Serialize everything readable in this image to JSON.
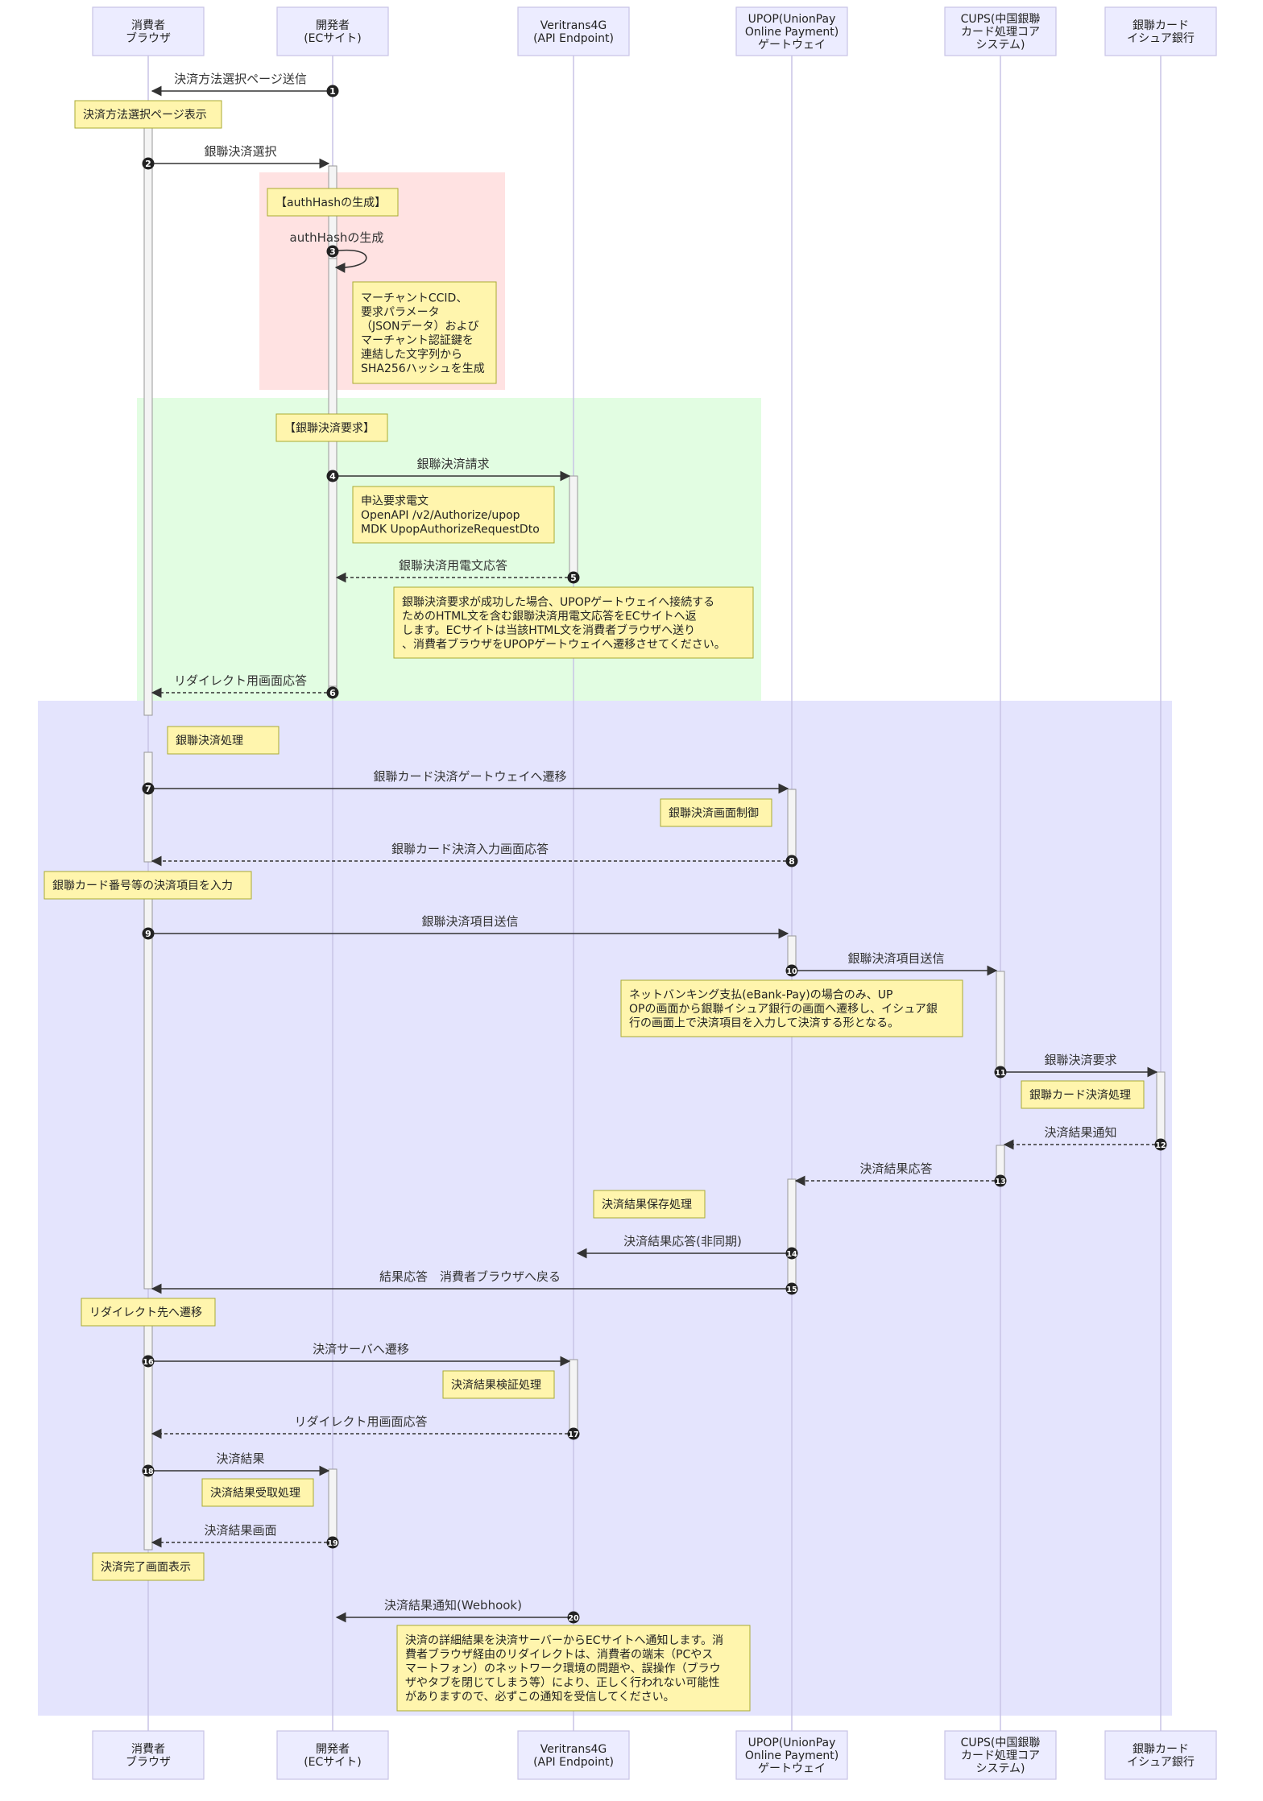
{
  "participants": [
    {
      "id": "consumer",
      "lines": [
        "消費者",
        "ブラウザ"
      ]
    },
    {
      "id": "developer",
      "lines": [
        "開発者",
        "(ECサイト)"
      ]
    },
    {
      "id": "veritrans",
      "lines": [
        "Veritrans4G",
        "(API Endpoint)"
      ]
    },
    {
      "id": "upop",
      "lines": [
        "UPOP(UnionPay",
        "Online Payment)",
        "ゲートウェイ"
      ]
    },
    {
      "id": "cups",
      "lines": [
        "CUPS(中国銀聯",
        "カード処理コア",
        "システム)"
      ]
    },
    {
      "id": "issuer",
      "lines": [
        "銀聯カード",
        "イシュア銀行"
      ]
    }
  ],
  "groups": [
    {
      "id": "authhash",
      "color": "#ffe2e2"
    },
    {
      "id": "request",
      "color": "#e2fde2"
    },
    {
      "id": "payment",
      "color": "#e4e4fd"
    }
  ],
  "messages": [
    {
      "num": "1",
      "text": "決済方法選択ページ送信",
      "from": "developer",
      "to": "consumer",
      "dashed": false
    },
    {
      "num": "2",
      "text": "銀聯決済選択",
      "from": "consumer",
      "to": "developer",
      "dashed": false
    },
    {
      "num": "3",
      "text": "authHashの生成",
      "from": "developer",
      "to": "developer",
      "dashed": false
    },
    {
      "num": "4",
      "text": "銀聯決済請求",
      "from": "developer",
      "to": "veritrans",
      "dashed": false
    },
    {
      "num": "5",
      "text": "銀聯決済用電文応答",
      "from": "veritrans",
      "to": "developer",
      "dashed": true
    },
    {
      "num": "6",
      "text": "リダイレクト用画面応答",
      "from": "developer",
      "to": "consumer",
      "dashed": true
    },
    {
      "num": "7",
      "text": "銀聯カード決済ゲートウェイへ遷移",
      "from": "consumer",
      "to": "upop",
      "dashed": false
    },
    {
      "num": "8",
      "text": "銀聯カード決済入力画面応答",
      "from": "upop",
      "to": "consumer",
      "dashed": true
    },
    {
      "num": "9",
      "text": "銀聯決済項目送信",
      "from": "consumer",
      "to": "upop",
      "dashed": false
    },
    {
      "num": "10",
      "text": "銀聯決済項目送信",
      "from": "upop",
      "to": "cups",
      "dashed": false
    },
    {
      "num": "11",
      "text": "銀聯決済要求",
      "from": "cups",
      "to": "issuer",
      "dashed": false
    },
    {
      "num": "12",
      "text": "決済結果通知",
      "from": "issuer",
      "to": "cups",
      "dashed": true
    },
    {
      "num": "13",
      "text": "決済結果応答",
      "from": "cups",
      "to": "upop",
      "dashed": true
    },
    {
      "num": "14",
      "text": "決済結果応答(非同期)",
      "from": "upop",
      "to": "veritrans",
      "dashed": false
    },
    {
      "num": "15",
      "text": "結果応答　消費者ブラウザへ戻る",
      "from": "upop",
      "to": "consumer",
      "dashed": false
    },
    {
      "num": "16",
      "text": "決済サーバへ遷移",
      "from": "consumer",
      "to": "veritrans",
      "dashed": false
    },
    {
      "num": "17",
      "text": "リダイレクト用画面応答",
      "from": "veritrans",
      "to": "consumer",
      "dashed": true
    },
    {
      "num": "18",
      "text": "決済結果",
      "from": "consumer",
      "to": "developer",
      "dashed": false
    },
    {
      "num": "19",
      "text": "決済結果画面",
      "from": "developer",
      "to": "consumer",
      "dashed": true
    },
    {
      "num": "20",
      "text": "決済結果通知(Webhook)",
      "from": "veritrans",
      "to": "developer",
      "dashed": false
    }
  ],
  "notes": [
    {
      "lines": [
        "決済方法選択ページ表示"
      ]
    },
    {
      "lines": [
        "【authHashの生成】"
      ]
    },
    {
      "lines": [
        "マーチャントCCID、",
        "要求パラメータ",
        "（JSONデータ）および",
        "マーチャント認証鍵を",
        "連結した文字列から",
        "SHA256ハッシュを生成"
      ]
    },
    {
      "lines": [
        "【銀聯決済要求】"
      ]
    },
    {
      "lines": [
        "申込要求電文",
        "OpenAPI /v2/Authorize/upop",
        "MDK UpopAuthorizeRequestDto"
      ]
    },
    {
      "lines": [
        "銀聯決済要求が成功した場合、UPOPゲートウェイへ接続する",
        "ためのHTML文を含む銀聯決済用電文応答をECサイトへ返",
        "します。ECサイトは当該HTML文を消費者ブラウザへ送り",
        "、消費者ブラウザをUPOPゲートウェイへ遷移させてください。"
      ]
    },
    {
      "lines": [
        "銀聯決済処理"
      ]
    },
    {
      "lines": [
        "銀聯決済画面制御"
      ]
    },
    {
      "lines": [
        "銀聯カード番号等の決済項目を入力"
      ]
    },
    {
      "lines": [
        "ネットバンキング支払(eBank-Pay)の場合のみ、UP",
        "OPの画面から銀聯イシュア銀行の画面へ遷移し、イシュア銀",
        "行の画面上で決済項目を入力して決済する形となる。"
      ]
    },
    {
      "lines": [
        "銀聯カード決済処理"
      ]
    },
    {
      "lines": [
        "決済結果保存処理"
      ]
    },
    {
      "lines": [
        "リダイレクト先へ遷移"
      ]
    },
    {
      "lines": [
        "決済結果検証処理"
      ]
    },
    {
      "lines": [
        "決済結果受取処理"
      ]
    },
    {
      "lines": [
        "決済完了画面表示"
      ]
    },
    {
      "lines": [
        "決済の詳細結果を決済サーバーからECサイトへ通知します。消",
        "費者ブラウザ経由のリダイレクトは、消費者の端末（PCやス",
        "マートフォン）のネットワーク環境の問題や、誤操作（ブラウ",
        "ザやタブを閉じてしまう等）により、正しく行われない可能性",
        "がありますので、必ずこの通知を受信してください。"
      ]
    }
  ]
}
